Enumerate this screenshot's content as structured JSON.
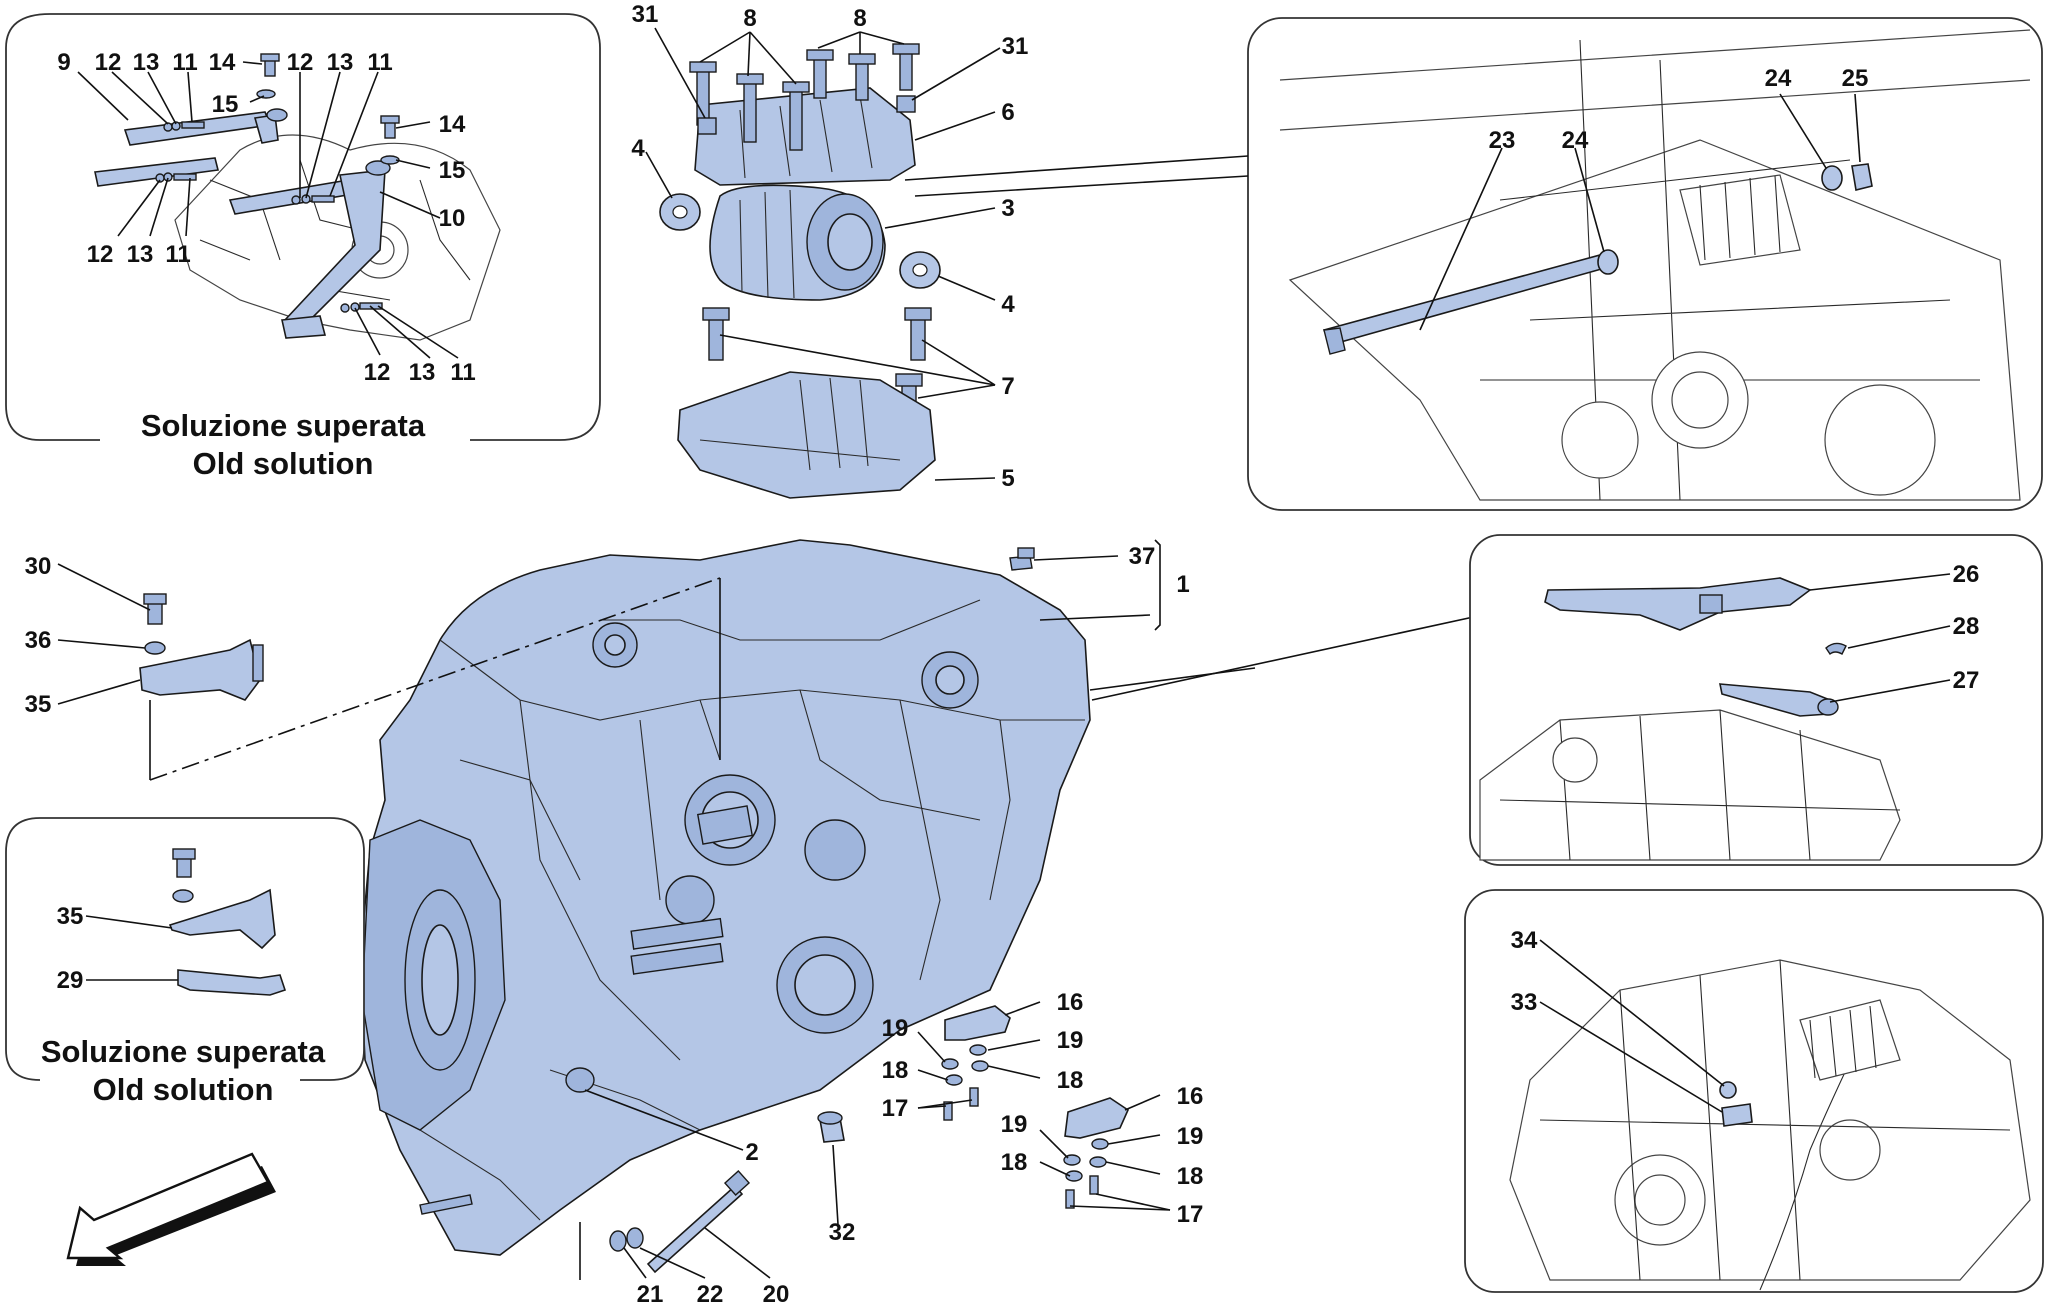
{
  "colors": {
    "part_fill": "#b4c6e6",
    "part_fill_dark": "#9fb5dc",
    "line": "#1a1a1a",
    "background": "#ffffff"
  },
  "captions": {
    "top_left_it": "Soluzione superata",
    "top_left_en": "Old solution",
    "mid_left_it": "Soluzione superata",
    "mid_left_en": "Old solution"
  },
  "callouts": {
    "c9": "9",
    "c12a": "12",
    "c13a": "13",
    "c11a": "11",
    "c14a": "14",
    "c15a": "15",
    "c12b": "12",
    "c13b": "13",
    "c11b": "11",
    "c14b": "14",
    "c15b": "15",
    "c10": "10",
    "c12c": "12",
    "c13c": "13",
    "c11c": "11",
    "c12d": "12",
    "c13d": "13",
    "c11d": "11",
    "c31a": "31",
    "c8a": "8",
    "c8b": "8",
    "c31b": "31",
    "c6": "6",
    "c4a": "4",
    "c3": "3",
    "c4b": "4",
    "c7": "7",
    "c5": "5",
    "c23": "23",
    "c24a": "24",
    "c24b": "24",
    "c25": "25",
    "c30": "30",
    "c36": "36",
    "c35a": "35",
    "c37": "37",
    "c1": "1",
    "c26": "26",
    "c28": "28",
    "c27": "27",
    "c35b": "35",
    "c29": "29",
    "c34": "34",
    "c33": "33",
    "c16a": "16",
    "c19a": "19",
    "c19b": "19",
    "c18a": "18",
    "c18b": "18",
    "c17a": "17",
    "c16b": "16",
    "c19c": "19",
    "c19d": "19",
    "c18c": "18",
    "c18d": "18",
    "c17b": "17",
    "c2": "2",
    "c32": "32",
    "c20": "20",
    "c21": "21",
    "c22": "22"
  }
}
